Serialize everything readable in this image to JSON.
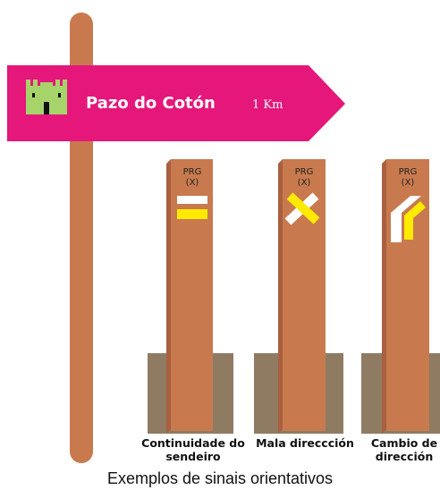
{
  "sign": {
    "name": "Pazo do Cotón",
    "distance": "1 Km",
    "color": "#e5177b",
    "icon": "castle-icon"
  },
  "posts": [
    {
      "code": "PRG",
      "sub": "(X)",
      "mark": "continuity",
      "label_line1": "Continuidade do",
      "label_line2": "sendeiro"
    },
    {
      "code": "PRG",
      "sub": "(X)",
      "mark": "wrong-way-cross",
      "label_line1": "Mala direccción",
      "label_line2": ""
    },
    {
      "code": "PRG",
      "sub": "(X)",
      "mark": "turn-arrow",
      "label_line1": "Cambio de",
      "label_line2": "dirección"
    }
  ],
  "caption": "Exemplos de sinais orientativos",
  "colors": {
    "wood": "#c87a4e",
    "wood_dark": "#a96040",
    "ground": "#8f7b62",
    "mark_white": "#ffffff",
    "mark_yellow": "#ffea00",
    "pole": "#c87a4e"
  }
}
